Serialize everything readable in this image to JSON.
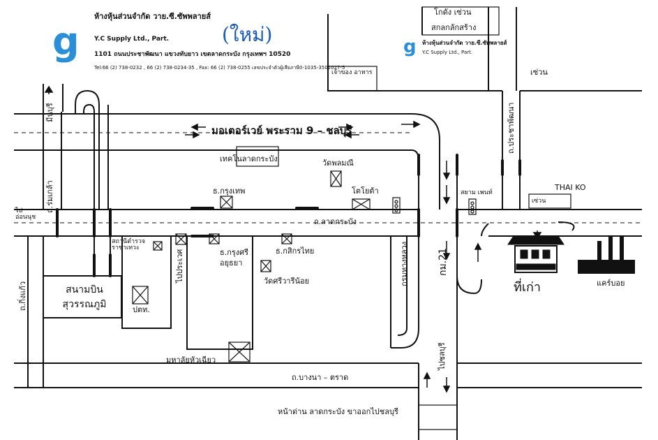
{
  "header": {
    "company_th": "ห้างหุ้นส่วนจำกัด วาย.ซี.ซัพพลายส์",
    "company_en": "Y.C Supply Ltd., Part.",
    "address": "1101 ถนนประชาพัฒนา แขวงทับยาว เขตลาดกระบัง กรุงเทพฯ 10520",
    "contact": "Tel:66 (2) 738-0232 , 66 (2) 738-0234-35 , Fax: 66 (2) 738-0255 เลขประจำตัวผู้เสียภาษี0-1035-3501027-5",
    "new_note": "(ใหม่)",
    "logo_glyph": "g",
    "logo_color": "#2a8fd6"
  },
  "inset": {
    "company_th": "ห้างหุ้นส่วนจำกัด วาย.ซี.ซัพพลายส์",
    "company_en": "Y.C Supply Ltd., Part.",
    "label_1": "โกดัง เซ่วน",
    "label_2": "สกลกลักสร้าง",
    "label_3": "เจ้าของ อาหาร",
    "label_4": "เซ่วน"
  },
  "map": {
    "motorway": "มอเตอร์เวย์ พระราม 9 – ชลบุรี",
    "tech": "เทคโนลาดกระบัง",
    "wat_phlom": "วัดพลมณี",
    "toyota": "โตโยต้า",
    "bkk_bank": "ธ.กรุงเทพ",
    "lat_krabang_rd": "ถ.ลาดกระบัง",
    "romklao": "ถ.ร่มเกล้า",
    "minburi": "มีนบุรี",
    "to_onnut": "ไป อ่อนนุช",
    "police": "สถานีตำรวจ ราชาเทวะ",
    "airport": "สนามบิน สุวรรณภูมิ",
    "ptt": "ปตท.",
    "to_prawet": "ไปประเวศ",
    "krungsri": "ธ.กรุงศรี อยุธยา",
    "kasikorn": "ธ.กสิกรไทย",
    "wat_sriwari": "วัดศรีวารีน้อย",
    "khing_kaew": "ถ.กิ่งแก้ว",
    "hua_chiew": "มหาลัยหัวเฉียว",
    "bangna_trat": "ถ.บางนา – ตราด",
    "toll": "หน้าด่าน ลาดกระบัง ขาออกไปชลบุรี",
    "to_chonburi": "ไปชลบุรี",
    "km21": "กม.21",
    "highway_dept": "กรมทางหลวง",
    "prachapattana": "ถ.ประชาพัฒนา",
    "thai_ko": "THAI KO",
    "sevena": "เซ่วน",
    "siam_note": "สยาม เพนท์",
    "old_place": "ที่เก่า",
    "camp": "แคร์บอย"
  }
}
